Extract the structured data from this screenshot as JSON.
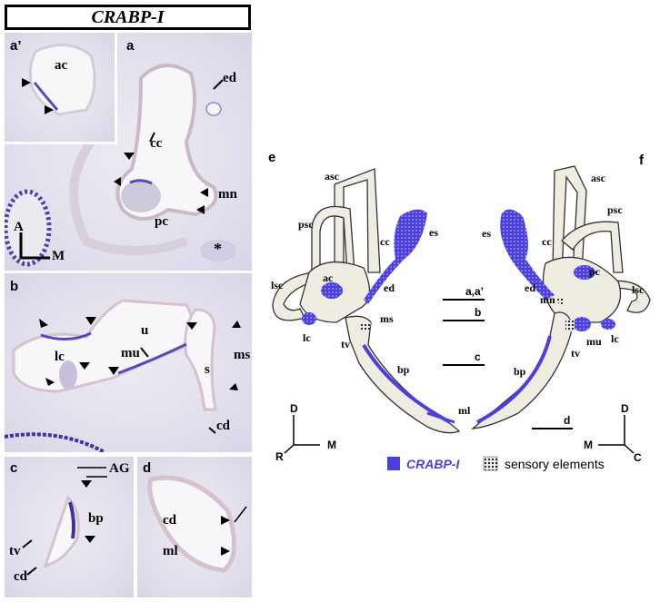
{
  "title": "CRABP-I",
  "colors": {
    "crabp_stain": "#4b3fe0",
    "tissue": "#e3e1ec",
    "model_body": "#efece2"
  },
  "panels": {
    "a_prime": {
      "letter": "a’",
      "labels": {
        "ac": "ac"
      }
    },
    "a": {
      "letter": "a",
      "labels": {
        "ed": "ed",
        "cc": "cc",
        "mn": "mn",
        "pc": "pc",
        "asterisk": "*"
      },
      "axes": {
        "up": "A",
        "right": "M"
      }
    },
    "b": {
      "letter": "b",
      "labels": {
        "u": "u",
        "lc": "lc",
        "mu": "mu",
        "ms": "ms",
        "s": "s",
        "cd": "cd"
      }
    },
    "c": {
      "letter": "c",
      "labels": {
        "AG": "AG",
        "bp": "bp",
        "tv": "tv",
        "cd": "cd"
      }
    },
    "d": {
      "letter": "d",
      "labels": {
        "cd": "cd",
        "ml": "ml"
      }
    },
    "e": {
      "letter": "e",
      "labels": {
        "asc": "asc",
        "psc": "psc",
        "es": "es",
        "cc": "cc",
        "ac": "ac",
        "lsc": "lsc",
        "ed": "ed",
        "ms": "ms",
        "lc": "lc",
        "tv": "tv",
        "bp": "bp",
        "ml": "ml"
      },
      "axes": {
        "up": "D",
        "right": "M",
        "diag": "R"
      }
    },
    "f": {
      "letter": "f",
      "labels": {
        "es": "es",
        "asc": "asc",
        "psc": "psc",
        "cc": "cc",
        "pc": "pc",
        "lsc": "lsc",
        "ed": "ed",
        "mn": "mn",
        "mu": "mu",
        "lc": "lc",
        "tv": "tv",
        "bp": "bp"
      },
      "axes": {
        "up": "D",
        "left": "M",
        "diag": "C"
      }
    }
  },
  "section_levels": [
    "a,a’",
    "b",
    "c",
    "d"
  ],
  "legend": [
    {
      "label": "CRABP-I",
      "swatch": "blue-fill"
    },
    {
      "label": "sensory elements",
      "swatch": "dotted-pattern"
    }
  ]
}
